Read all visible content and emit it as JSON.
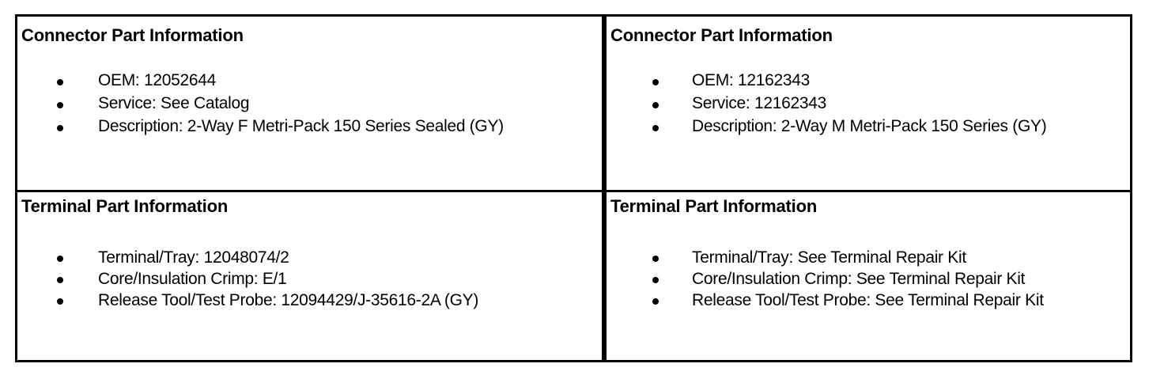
{
  "colors": {
    "border": "#000000",
    "background": "#ffffff",
    "text": "#000000"
  },
  "panels": [
    {
      "id": "left-connector",
      "heading": "Connector Part Information",
      "items": [
        "OEM: 12052644",
        "Service: See Catalog",
        "Description: 2-Way F Metri-Pack 150 Series Sealed (GY)"
      ]
    },
    {
      "id": "left-terminal",
      "heading": "Terminal Part Information",
      "items": [
        "Terminal/Tray: 12048074/2",
        "Core/Insulation Crimp: E/1",
        "Release Tool/Test Probe: 12094429/J-35616-2A (GY)"
      ]
    },
    {
      "id": "right-connector",
      "heading": "Connector Part Information",
      "items": [
        "OEM: 12162343",
        "Service: 12162343",
        "Description: 2-Way M Metri-Pack 150 Series (GY)"
      ]
    },
    {
      "id": "right-terminal",
      "heading": "Terminal Part Information",
      "items": [
        "Terminal/Tray: See Terminal Repair Kit",
        "Core/Insulation Crimp: See Terminal Repair Kit",
        "Release Tool/Test Probe: See Terminal Repair Kit"
      ]
    }
  ]
}
